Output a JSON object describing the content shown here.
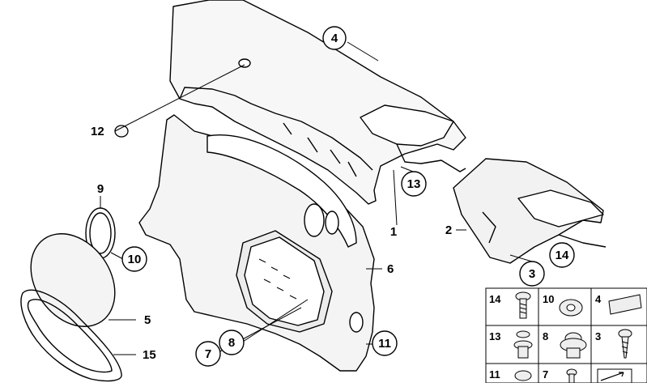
{
  "callouts": [
    {
      "id": "c1",
      "label": "1"
    },
    {
      "id": "c2",
      "label": "2"
    },
    {
      "id": "c3",
      "label": "3"
    },
    {
      "id": "c4",
      "label": "4"
    },
    {
      "id": "c5",
      "label": "5"
    },
    {
      "id": "c6",
      "label": "6"
    },
    {
      "id": "c7",
      "label": "7"
    },
    {
      "id": "c8",
      "label": "8"
    },
    {
      "id": "c9",
      "label": "9"
    },
    {
      "id": "c10",
      "label": "10"
    },
    {
      "id": "c11",
      "label": "11"
    },
    {
      "id": "c12",
      "label": "12"
    },
    {
      "id": "c13",
      "label": "13"
    },
    {
      "id": "c14",
      "label": "14"
    },
    {
      "id": "c15",
      "label": "15"
    }
  ],
  "legend": [
    {
      "label": "14",
      "icon": "bolt-icon"
    },
    {
      "label": "10",
      "icon": "clip-nut-icon"
    },
    {
      "label": "4",
      "icon": "cap-icon"
    },
    {
      "label": "13",
      "icon": "expanding-rivet-icon"
    },
    {
      "label": "8",
      "icon": "grommet-icon"
    },
    {
      "label": "3",
      "icon": "screw-icon"
    },
    {
      "label": "11",
      "icon": "clip-icon"
    },
    {
      "label": "7",
      "icon": "pin-icon"
    },
    {
      "label": "",
      "icon": "arrow-icon"
    }
  ]
}
